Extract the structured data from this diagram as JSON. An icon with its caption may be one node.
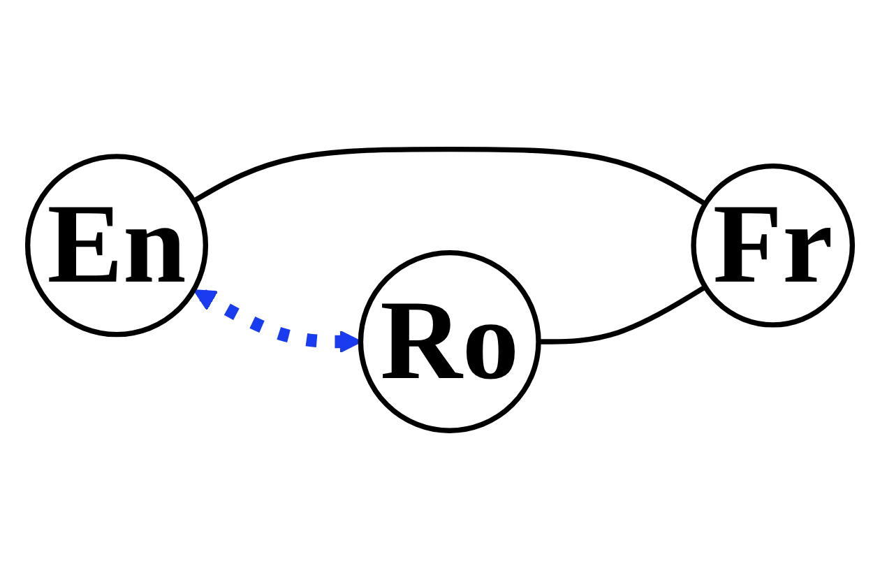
{
  "diagram": {
    "nodes": [
      {
        "text": [
          "En"
        ]
      },
      {
        "text": [
          "Ro"
        ]
      },
      {
        "text": [
          "Fr"
        ]
      }
    ],
    "edges": [
      {
        "from": 0,
        "to": 1,
        "arrow": "both",
        "style": "dashed",
        "color": "#1a3cf0"
      },
      {
        "from": 0,
        "to": 2,
        "arrow": "none"
      },
      {
        "from": 1,
        "to": 2,
        "arrow": "none"
      }
    ]
  }
}
